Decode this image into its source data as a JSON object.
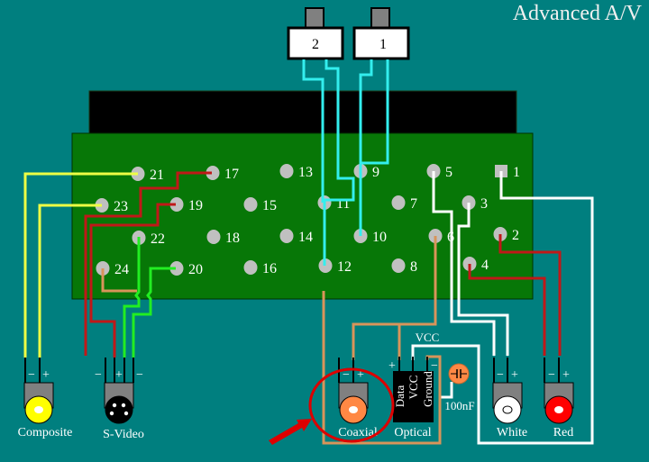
{
  "title": "Advanced A/V",
  "colors": {
    "background": "#007f7f",
    "board": "#007700",
    "connector_body": "#000000",
    "pin": "#c0c0c0",
    "trace_cyan": "#33eeee",
    "trace_yellow": "#eeff44",
    "trace_red": "#c01818",
    "trace_green": "#22ee22",
    "trace_orange": "#d8945a",
    "trace_white": "#ffffff",
    "highlight": "#dd0000"
  },
  "top_connectors": [
    {
      "id": "conn-2",
      "label": "2"
    },
    {
      "id": "conn-1",
      "label": "1"
    }
  ],
  "pins": [
    {
      "n": "1",
      "shape": "square"
    },
    {
      "n": "2"
    },
    {
      "n": "3"
    },
    {
      "n": "4"
    },
    {
      "n": "5"
    },
    {
      "n": "6"
    },
    {
      "n": "7"
    },
    {
      "n": "8"
    },
    {
      "n": "9"
    },
    {
      "n": "10"
    },
    {
      "n": "11"
    },
    {
      "n": "12"
    },
    {
      "n": "13"
    },
    {
      "n": "14"
    },
    {
      "n": "15"
    },
    {
      "n": "16"
    },
    {
      "n": "17"
    },
    {
      "n": "18"
    },
    {
      "n": "19"
    },
    {
      "n": "20"
    },
    {
      "n": "21"
    },
    {
      "n": "22"
    },
    {
      "n": "23"
    },
    {
      "n": "24"
    }
  ],
  "jacks": [
    {
      "id": "composite",
      "label": "Composite",
      "color": "#ffff00",
      "polarity": [
        "−",
        "+"
      ]
    },
    {
      "id": "svideo",
      "label": "S-Video",
      "color": "#000000",
      "polarity": [
        "−",
        "+",
        "−"
      ]
    },
    {
      "id": "coaxial",
      "label": "Coaxial",
      "color": "#ff8844",
      "polarity": [
        "−",
        "+"
      ]
    },
    {
      "id": "white",
      "label": "White",
      "color": "#ffffff",
      "polarity": [
        "−",
        "+"
      ]
    },
    {
      "id": "red",
      "label": "Red",
      "color": "#ff0000",
      "polarity": [
        "−",
        "+"
      ]
    }
  ],
  "optical": {
    "label": "Optical",
    "pins": [
      "Data",
      "VCC",
      "Ground"
    ],
    "polarity": [
      "+",
      "−"
    ],
    "vcc_label": "VCC"
  },
  "capacitor": {
    "label": "100nF",
    "color": "#ff8844"
  },
  "annotation": {
    "type": "circle-and-arrow",
    "target": "Coaxial"
  }
}
